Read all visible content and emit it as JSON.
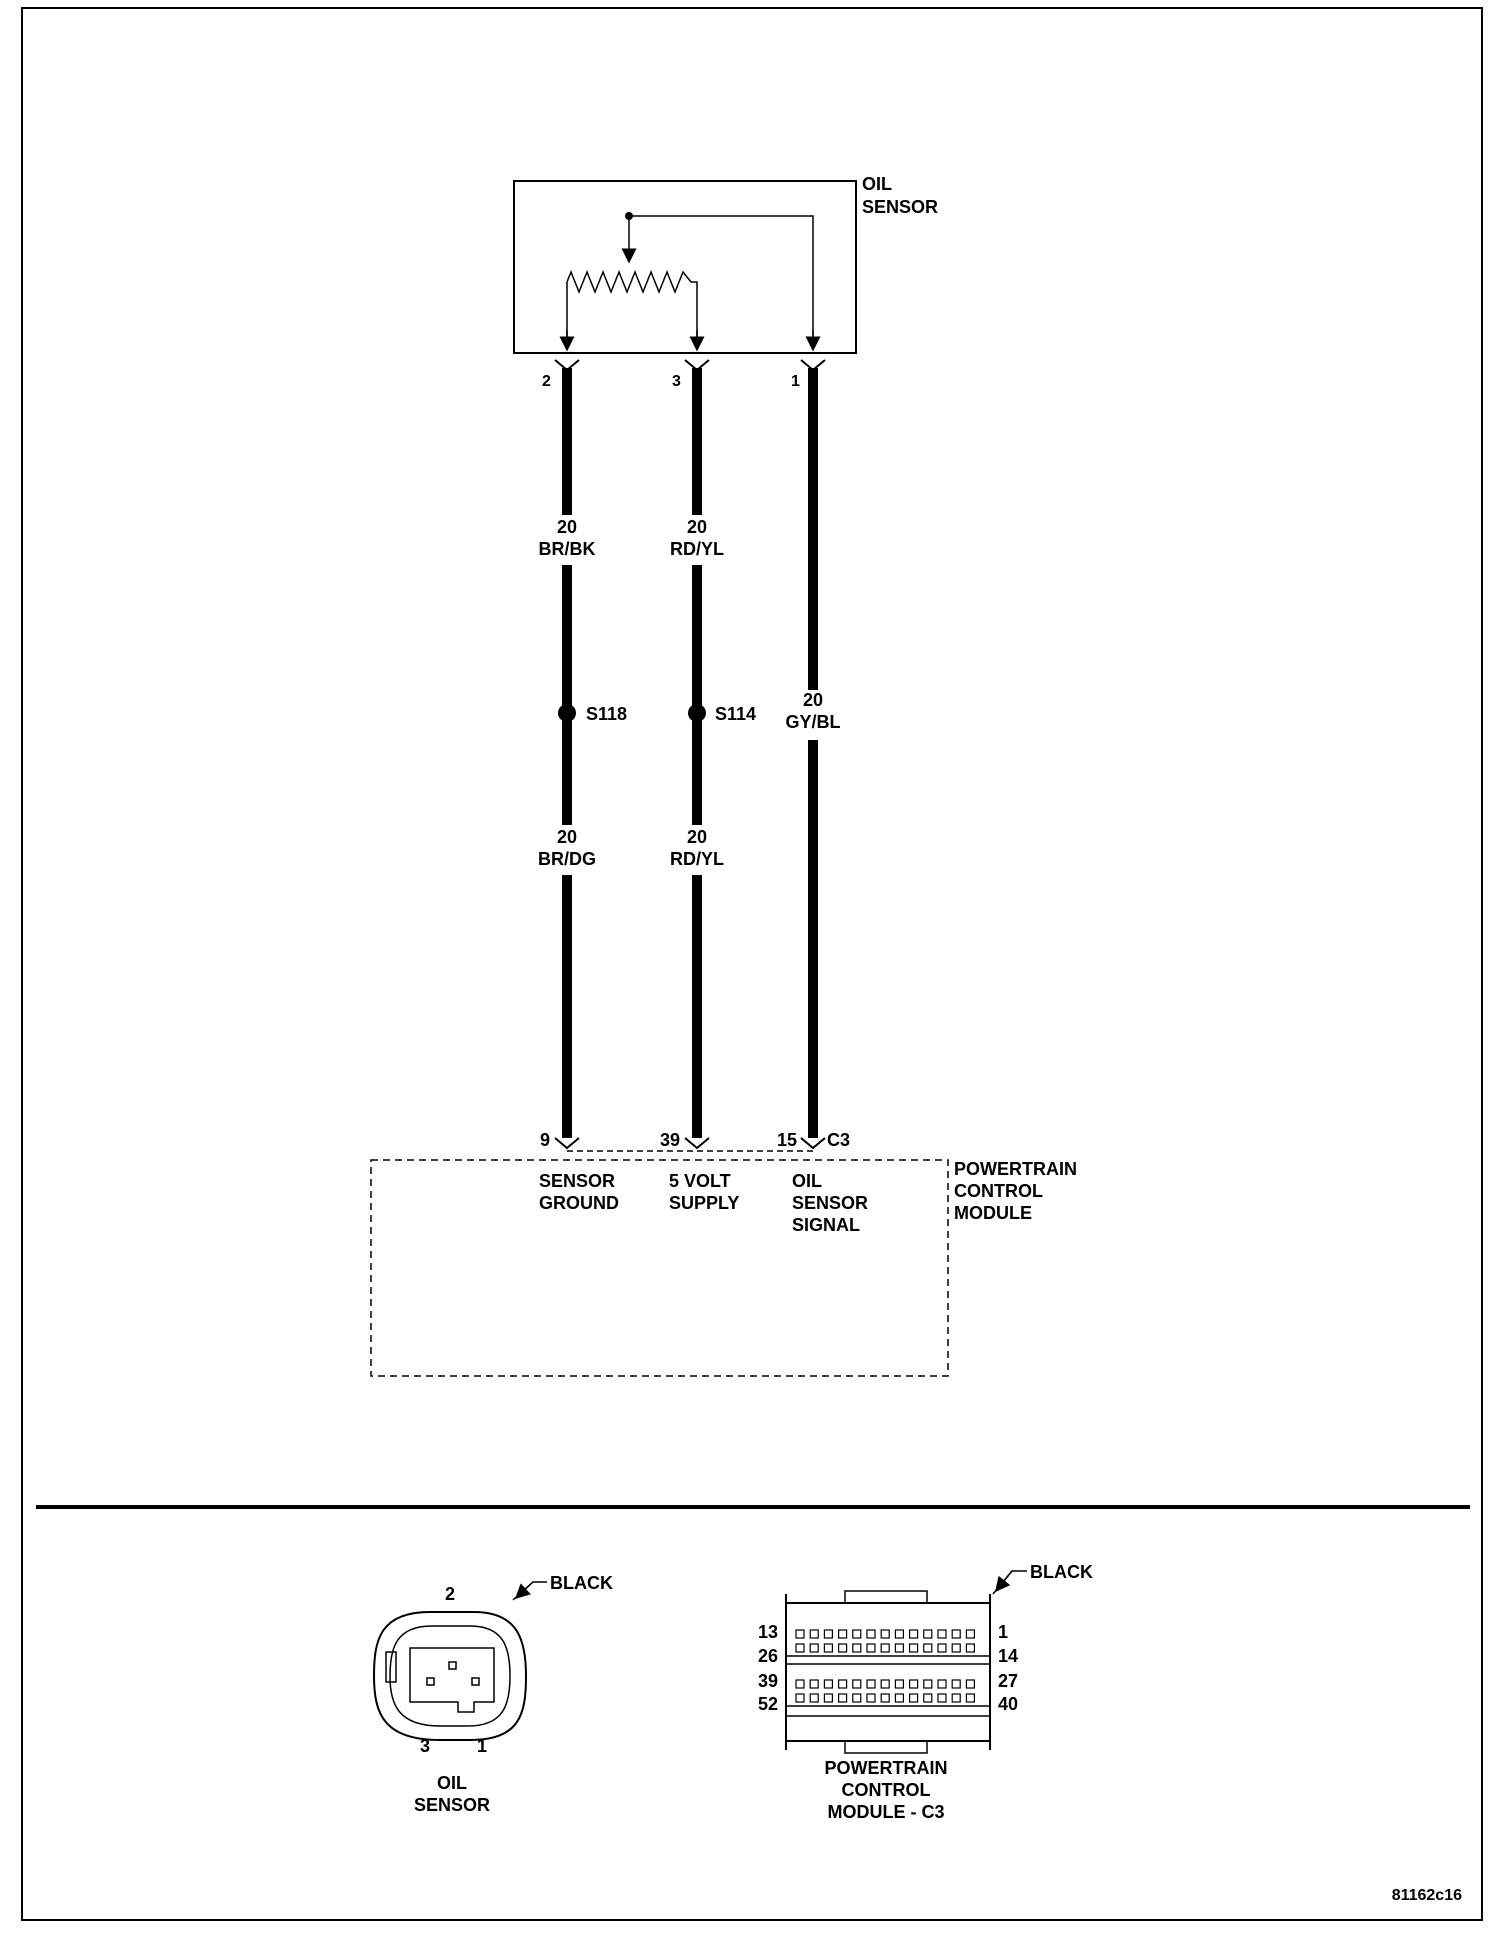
{
  "oil_sensor": {
    "label_line1": "OIL",
    "label_line2": "SENSOR"
  },
  "pins": {
    "ground_top": "2",
    "supply_top": "3",
    "signal_top": "1"
  },
  "wires": {
    "ground_upper_gauge": "20",
    "ground_upper_color": "BR/BK",
    "supply_upper_gauge": "20",
    "supply_upper_color": "RD/YL",
    "signal_gauge": "20",
    "signal_color": "GY/BL",
    "ground_lower_gauge": "20",
    "ground_lower_color": "BR/DG",
    "supply_lower_gauge": "20",
    "supply_lower_color": "RD/YL"
  },
  "splices": {
    "ground": "S118",
    "supply": "S114"
  },
  "pcm_pins": {
    "ground": "9",
    "supply": "39",
    "signal": "15",
    "connector": "C3"
  },
  "pcm_terminals": {
    "ground_line1": "SENSOR",
    "ground_line2": "GROUND",
    "supply_line1": "5 VOLT",
    "supply_line2": "SUPPLY",
    "signal_line1": "OIL",
    "signal_line2": "SENSOR",
    "signal_line3": "SIGNAL"
  },
  "pcm": {
    "label_line1": "POWERTRAIN",
    "label_line2": "CONTROL",
    "label_line3": "MODULE"
  },
  "connector_oil": {
    "color": "BLACK",
    "pin_top": "2",
    "pin_left": "3",
    "pin_right": "1",
    "name_line1": "OIL",
    "name_line2": "SENSOR"
  },
  "connector_pcm": {
    "color": "BLACK",
    "left_r1": "13",
    "left_r2": "26",
    "left_r3": "39",
    "left_r4": "52",
    "right_r1": "1",
    "right_r2": "14",
    "right_r3": "27",
    "right_r4": "40",
    "name_line1": "POWERTRAIN",
    "name_line2": "CONTROL",
    "name_line3": "MODULE - C3"
  },
  "figure_id": "81162c16"
}
